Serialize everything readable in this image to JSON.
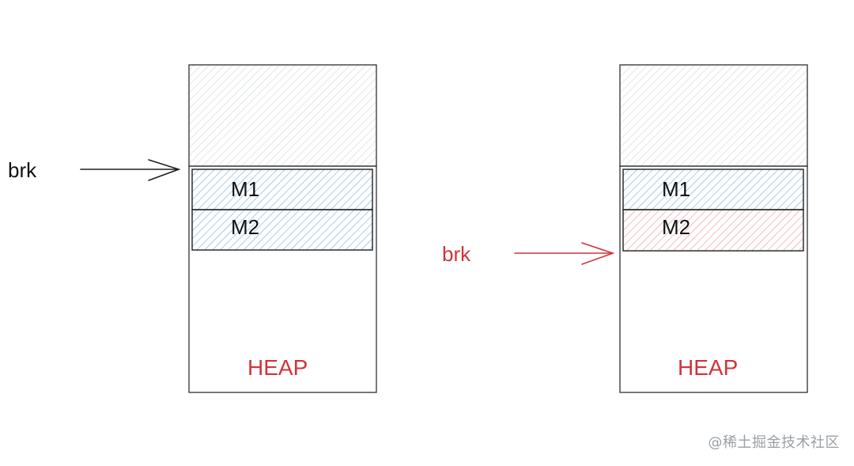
{
  "colors": {
    "outline": "#1f1f1f",
    "black_text": "#111111",
    "red": "#d0343a",
    "gray_hatch": "#cfd6dc",
    "blue_hatch": "#6aaee0",
    "pink_hatch": "#ec8f9a"
  },
  "left_panel": {
    "pointer_label": "brk",
    "block_1_label": "M1",
    "block_2_label": "M2",
    "region_label": "HEAP"
  },
  "right_panel": {
    "pointer_label": "brk",
    "block_1_label": "M1",
    "block_2_label": "M2",
    "region_label": "HEAP"
  },
  "watermark": "@稀土掘金技术社区"
}
